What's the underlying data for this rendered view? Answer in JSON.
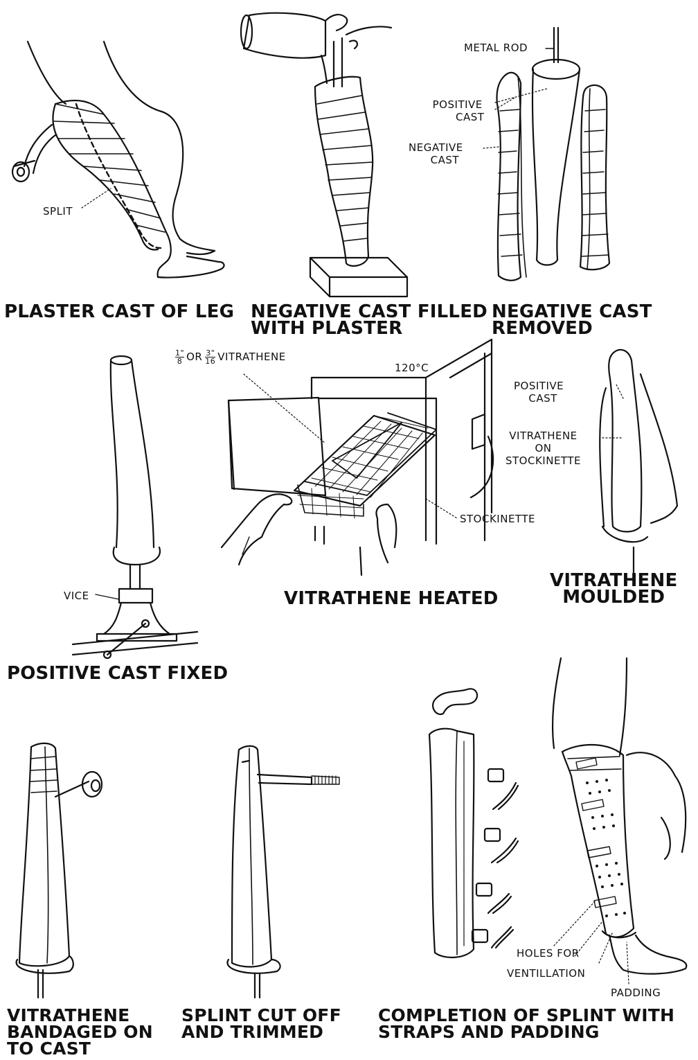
{
  "captions": {
    "plaster_cast_of_leg": "PLASTER CAST OF LEG",
    "negative_cast_filled": [
      "NEGATIVE CAST FILLED",
      "WITH PLASTER"
    ],
    "negative_cast_removed": [
      "NEGATIVE CAST",
      "REMOVED"
    ],
    "positive_cast_fixed": "POSITIVE CAST FIXED",
    "vitrathene_heated": "VITRATHENE HEATED",
    "vitrathene_moulded": [
      "VITRATHENE",
      "MOULDED"
    ],
    "vitrathene_bandaged": [
      "VITRATHENE",
      "BANDAGED ON",
      "TO CAST"
    ],
    "splint_cut_off": [
      "SPLINT CUT OFF",
      "AND TRIMMED"
    ],
    "completion_of_splint": [
      "COMPLETION OF SPLINT WITH",
      "STRAPS AND PADDING"
    ]
  },
  "labels": {
    "split": "SPLIT",
    "metal_rod": "METAL ROD",
    "positive_cast_1": [
      "POSITIVE",
      "CAST"
    ],
    "negative_cast": [
      "NEGATIVE",
      "CAST"
    ],
    "vitrathene_thickness": "1\"/8 OR 3\"/16 VITRATHENE",
    "vitrathene_thickness_text": "VITRATHENE",
    "fraction_1": "1\"",
    "fraction_8": "8",
    "fraction_or": "OR",
    "fraction_3": "3\"",
    "fraction_16": "16",
    "temperature": "120°C",
    "positive_cast_2": [
      "POSITIVE",
      "CAST"
    ],
    "vitrathene_on_stockinette": [
      "VITRATHENE",
      "ON",
      "STOCKINETTE"
    ],
    "stockinette": "STOCKINETTE",
    "vice": "VICE",
    "holes_for": "HOLES FOR",
    "ventillation": "VENTILLATION",
    "padding": "PADDING"
  }
}
